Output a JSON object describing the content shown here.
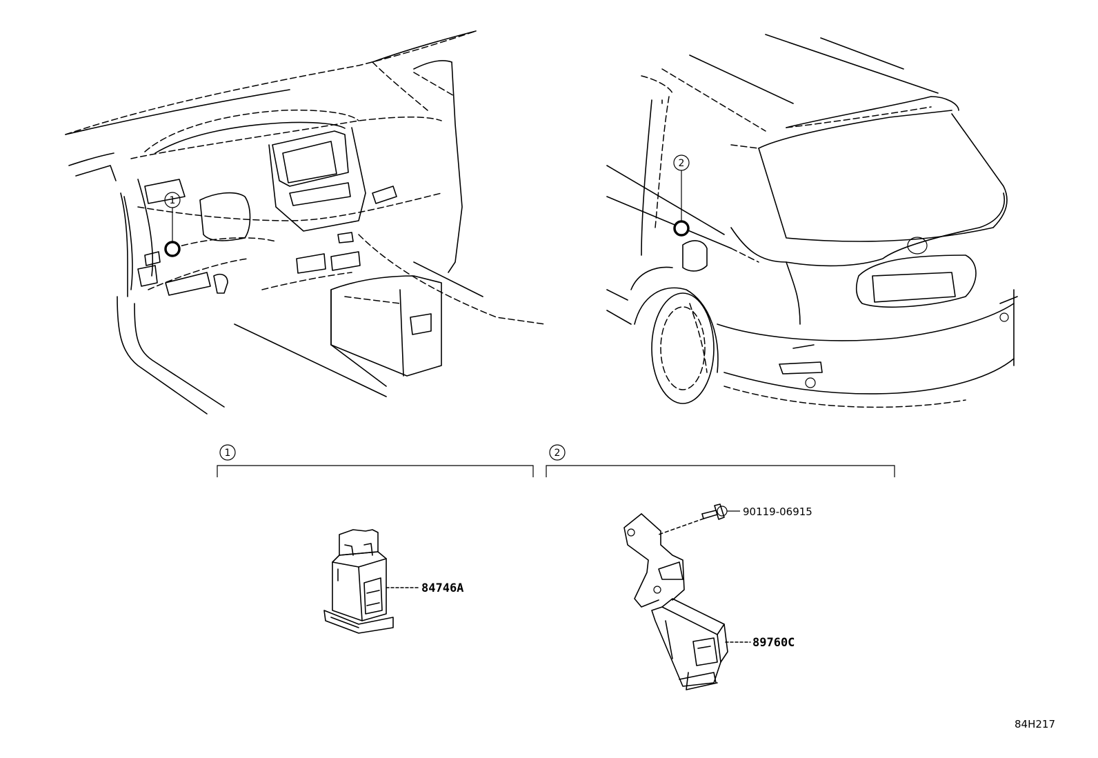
{
  "callouts": {
    "c1": "1",
    "c2": "2"
  },
  "parts": {
    "p1": "84746A",
    "p2": "90119-06915",
    "p3": "89760C"
  },
  "diagram_code": "84H217"
}
